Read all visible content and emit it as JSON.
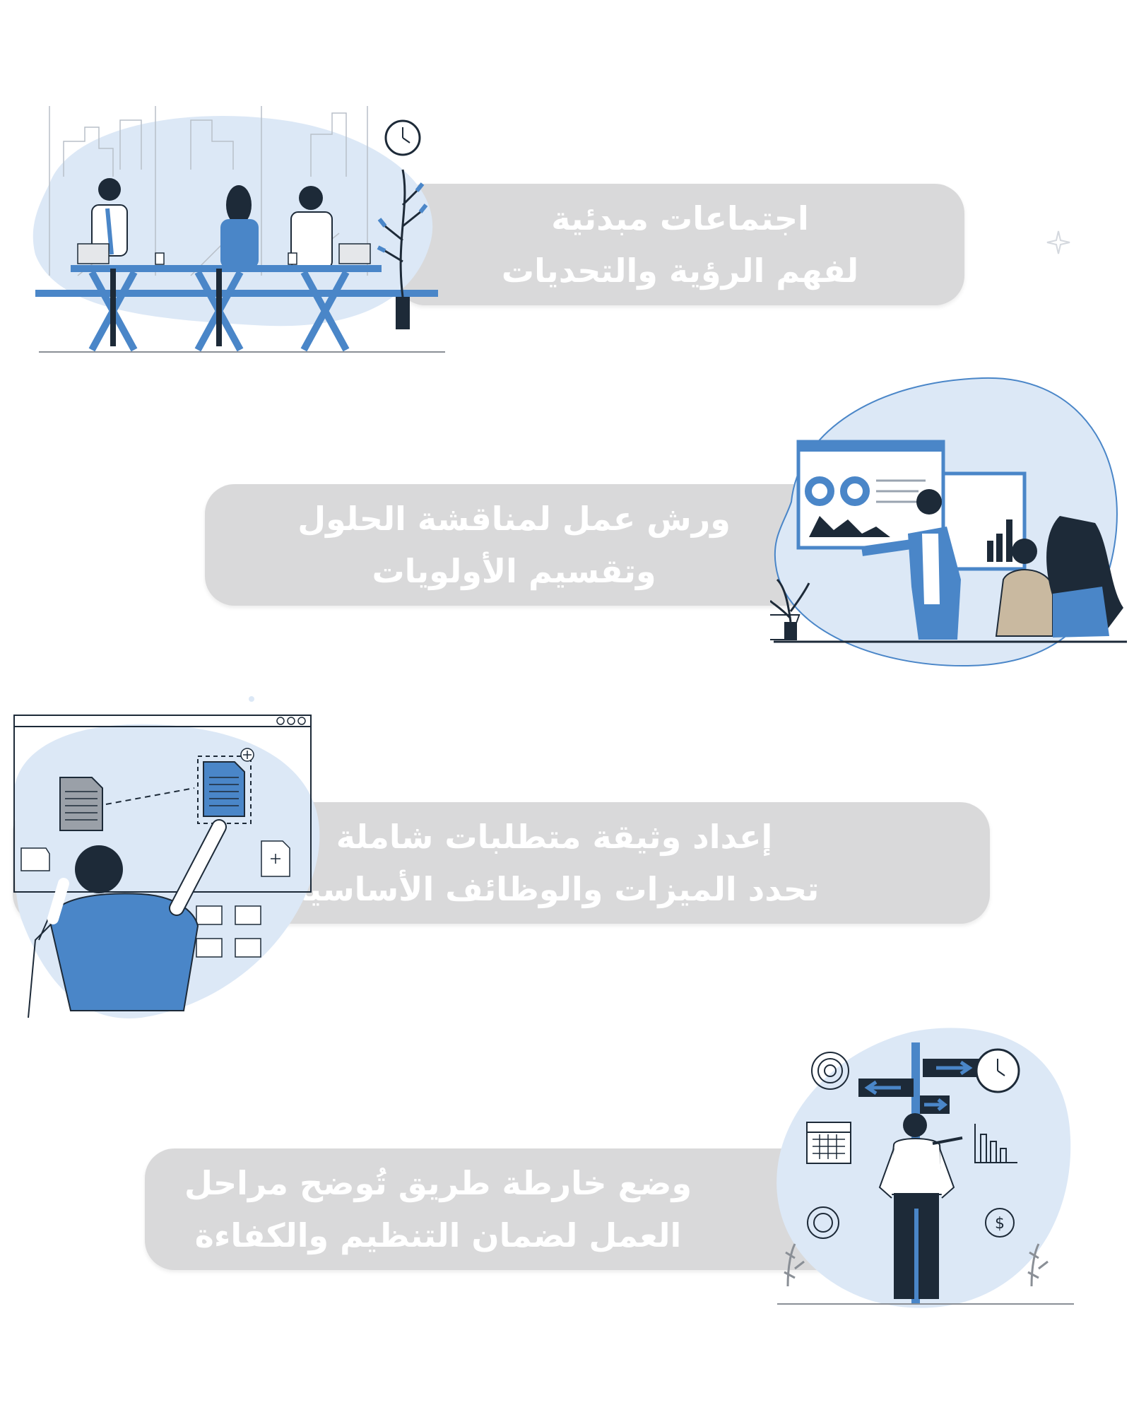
{
  "steps": [
    {
      "line1": "اجتماعات مبدئية",
      "line2": "لفهم الرؤية والتحديات",
      "illustration": "meeting-illustration"
    },
    {
      "line1": "ورش عمل لمناقشة الحلول",
      "line2": "وتقسيم الأولويات",
      "illustration": "workshop-presentation-illustration"
    },
    {
      "line1": "إعداد وثيقة متطلبات شاملة",
      "line2": "تحدد الميزات والوظائف الأساسية",
      "illustration": "requirements-document-illustration"
    },
    {
      "line1": "وضع خارطة طريق تُوضح مراحل",
      "line2": "العمل لضمان التنظيم والكفاءة",
      "illustration": "roadmap-signpost-illustration"
    }
  ],
  "colors": {
    "pill": "#d9d9da",
    "blob": "#dce8f6",
    "accent": "#4a86c8",
    "dark": "#1d2a38"
  }
}
